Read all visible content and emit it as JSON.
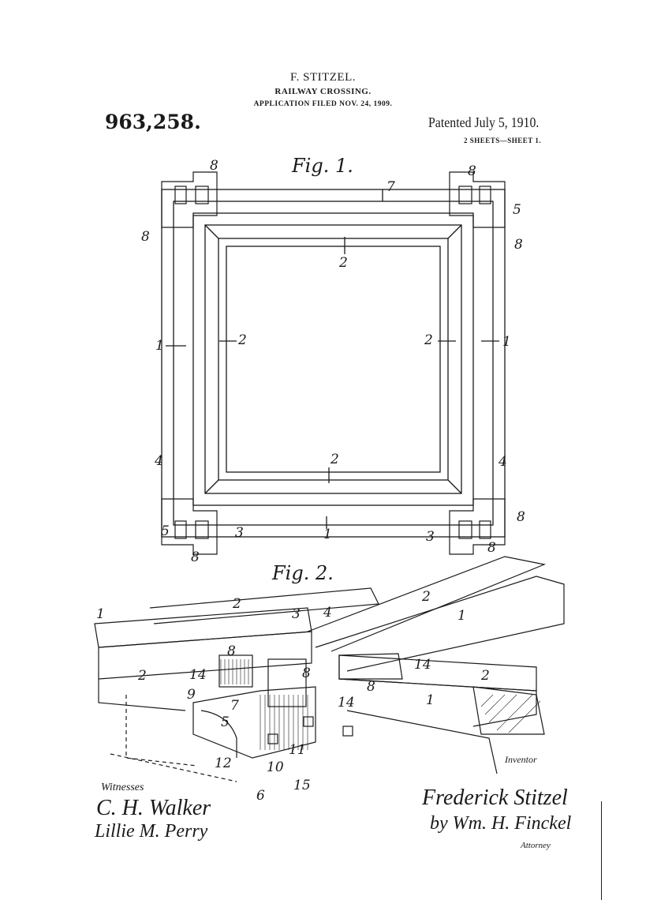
{
  "header": {
    "inventor": "F. STITZEL.",
    "title": "RAILWAY CROSSING.",
    "application": "APPLICATION FILED NOV. 24, 1909.",
    "patent_number": "963,258.",
    "patented": "Patented July 5, 1910.",
    "sheets": "2 SHEETS—SHEET 1."
  },
  "figures": {
    "fig1_label": "Fig. 1.",
    "fig2_label": "Fig. 2.",
    "fig1_refs": [
      "8",
      "8",
      "7",
      "5",
      "8",
      "8",
      "2",
      "1",
      "2",
      "2",
      "1",
      "2",
      "4",
      "4",
      "5",
      "3",
      "1",
      "3",
      "8",
      "8",
      "8"
    ],
    "fig2_refs": [
      "2",
      "1",
      "2",
      "3",
      "4",
      "1",
      "14",
      "8",
      "8",
      "2",
      "14",
      "8",
      "9",
      "7",
      "5",
      "14",
      "1",
      "2",
      "12",
      "10",
      "11",
      "6",
      "15"
    ]
  },
  "signatures": {
    "witnesses_label": "Witnesses",
    "witness1": "C. H. Walker",
    "witness2": "Lillie M. Perry",
    "inventor_label": "Inventor",
    "inventor_signature": "Frederick Stitzel",
    "attorney_signature": "by Wm. H. Finckel",
    "attorney_label": "Attorney"
  }
}
